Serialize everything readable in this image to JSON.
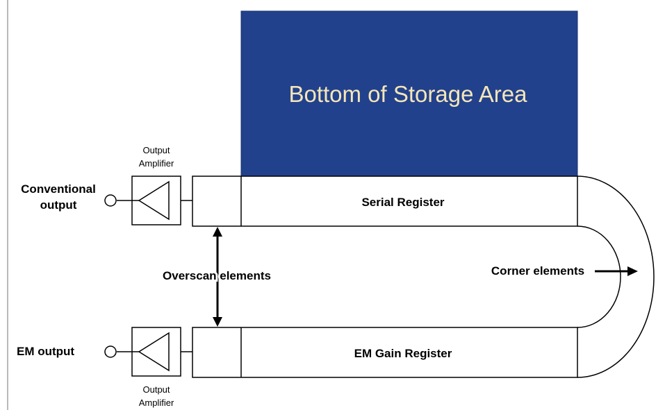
{
  "storage_area": {
    "label": "Bottom of Storage Area",
    "fill": "#22418C",
    "text_color": "#F4E6B8"
  },
  "serial_register": {
    "label": "Serial Register"
  },
  "em_gain_register": {
    "label": "EM Gain Register"
  },
  "conventional_output": {
    "line1": "Conventional",
    "line2": "output"
  },
  "em_output": {
    "label": "EM output"
  },
  "amplifier_top": {
    "line1": "Output",
    "line2": "Amplifier"
  },
  "amplifier_bottom": {
    "line1": "Output",
    "line2": "Amplifier"
  },
  "overscan_elements": {
    "label": "Overscan elements"
  },
  "corner_elements": {
    "label": "Corner elements"
  },
  "colors": {
    "stroke": "#000000",
    "background": "#FFFFFF"
  }
}
